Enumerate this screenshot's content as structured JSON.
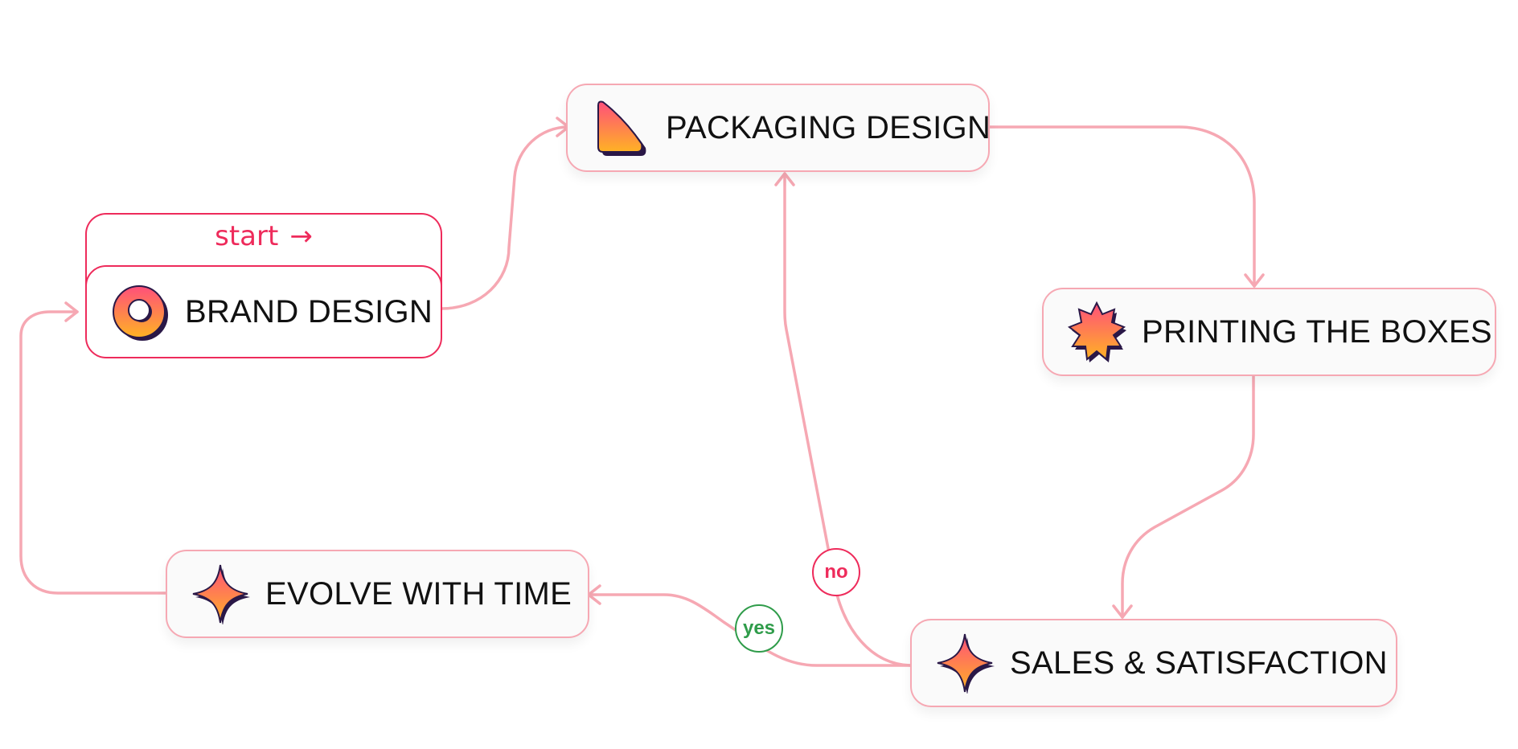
{
  "colors": {
    "edge": "#f6a8b3",
    "start_accent": "#ee2b5b",
    "yes_accent": "#2f9c4a",
    "icon_gradient_top": "#ff4f7b",
    "icon_gradient_bottom": "#ffb224",
    "icon_shadow": "#2a1847"
  },
  "start": {
    "label": "start",
    "arrow": "→"
  },
  "nodes": {
    "brand": {
      "label": "BRAND DESIGN",
      "icon": "ring-icon"
    },
    "packaging": {
      "label": "PACKAGING DESIGN",
      "icon": "triangle-icon"
    },
    "printing": {
      "label": "PRINTING THE BOXES",
      "icon": "starburst-icon"
    },
    "sales": {
      "label": "SALES & SATISFACTION",
      "icon": "sparkle-icon"
    },
    "evolve": {
      "label": "EVOLVE WITH TIME",
      "icon": "sparkle-icon"
    }
  },
  "edges": {
    "no_label": "no",
    "yes_label": "yes"
  }
}
